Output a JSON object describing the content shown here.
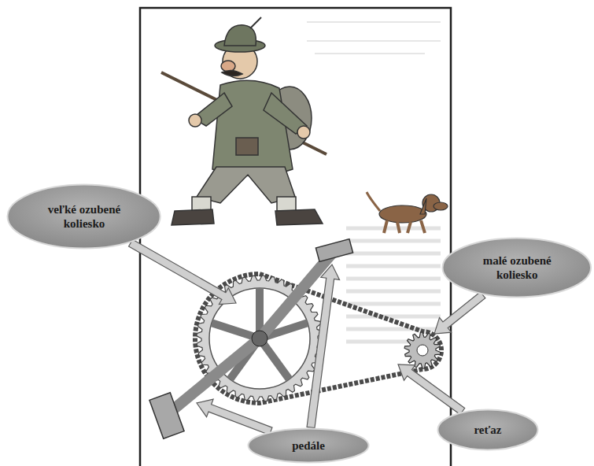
{
  "diagram": {
    "nodes": [
      {
        "text": [
          "veľké ozubené koliesko"
        ]
      },
      {
        "text": [
          "malé ozubené koliesko"
        ]
      },
      {
        "text": [
          "reťaz"
        ]
      },
      {
        "text": [
          "pedále"
        ]
      }
    ]
  }
}
